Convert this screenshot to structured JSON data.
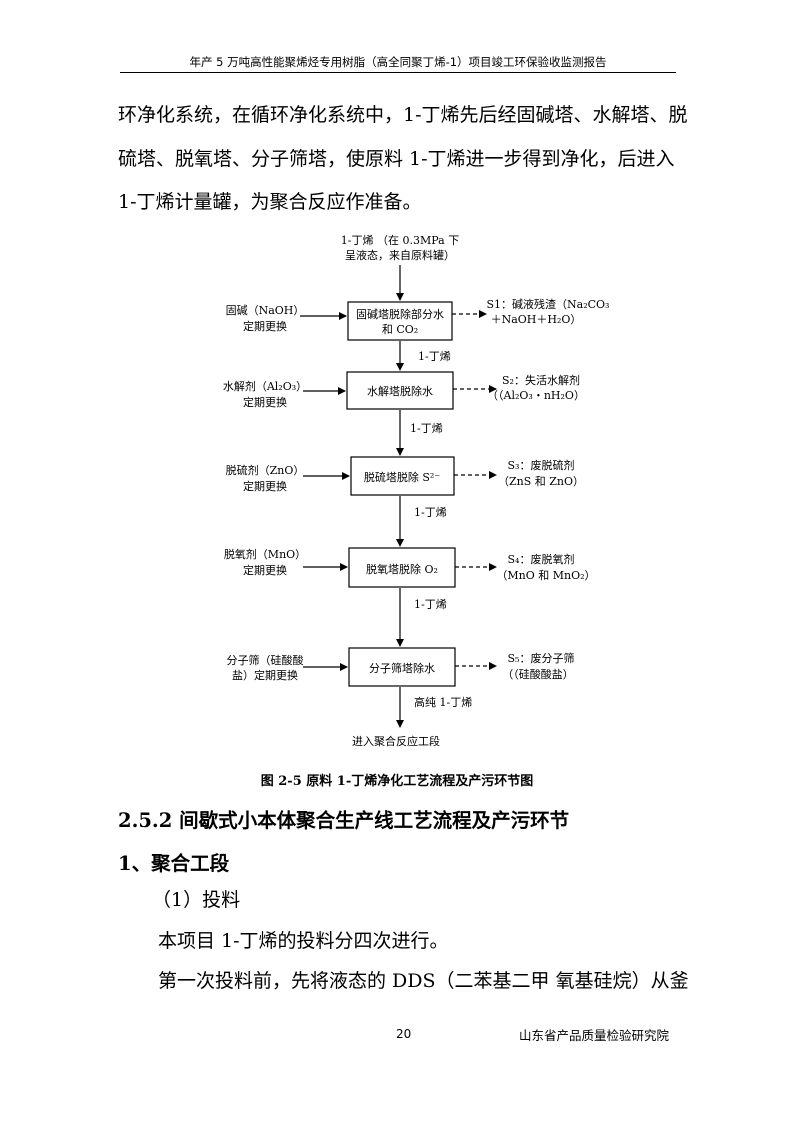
{
  "header": {
    "title": "年产 5 万吨高性能聚烯烃专用树脂（高全同聚丁烯-1）项目竣工环保验收监测报告"
  },
  "body": {
    "para_lines": [
      "环净化系统，在循环净化系统中，1-丁烯先后经固碱塔、水解塔、脱",
      "硫塔、脱氧塔、分子筛塔，使原料 1-丁烯进一步得到净化，后进入",
      "1-丁烯计量罐，为聚合反应作准备。"
    ]
  },
  "diagram": {
    "input_top": [
      "1-丁烯 （在 0.3MPa 下",
      "呈液态，来自原料罐）"
    ],
    "stages": [
      {
        "process": [
          "固碱塔脱除部分水",
          "和 CO₂"
        ],
        "reagent": [
          "固碱（NaOH）",
          "定期更换"
        ],
        "waste": [
          "S1：碱液残渣（Na₂CO₃",
          "＋NaOH＋H₂O）"
        ],
        "flow_out": "1-丁烯"
      },
      {
        "process": [
          "水解塔脱除水"
        ],
        "reagent": [
          "水解剂（Al₂O₃）",
          "定期更换"
        ],
        "waste": [
          "S₂：失活水解剂",
          "（（Al₂O₃・nH₂O）"
        ],
        "flow_out": "1-丁烯"
      },
      {
        "process": [
          "脱硫塔脱除 S²⁻"
        ],
        "reagent": [
          "脱硫剂（ZnO）",
          "定期更换"
        ],
        "waste": [
          "S₃：废脱硫剂",
          "（ZnS 和 ZnO）"
        ],
        "flow_out": "1-丁烯"
      },
      {
        "process": [
          "脱氧塔脱除 O₂"
        ],
        "reagent": [
          "脱氧剂（MnO）",
          "定期更换"
        ],
        "waste": [
          "S₄：废脱氧剂",
          "（MnO 和 MnO₂）"
        ],
        "flow_out": "1-丁烯"
      },
      {
        "process": [
          "分子筛塔除水"
        ],
        "reagent": [
          "分子筛（硅酸酸",
          "盐）定期更换"
        ],
        "waste": [
          "S₅：废分子筛",
          "（（硅酸酸盐）"
        ],
        "flow_out": "高纯 1-丁烯"
      }
    ],
    "output_bottom": "进入聚合反应工段"
  },
  "figure_caption": "图 2-5 原料 1-丁烯净化工艺流程及产污环节图",
  "section": {
    "h252": "2.5.2 间歇式小本体聚合生产线工艺流程及产污环节",
    "h1": "1、聚合工段",
    "sub1": "（1）投料",
    "line_a": "本项目 1-丁烯的投料分四次进行。",
    "line_b": "第一次投料前，先将液态的 DDS（二苯基二甲 氧基硅烷）从釜"
  },
  "footer": {
    "page_number": "20",
    "organization": "山东省产品质量检验研究院"
  }
}
